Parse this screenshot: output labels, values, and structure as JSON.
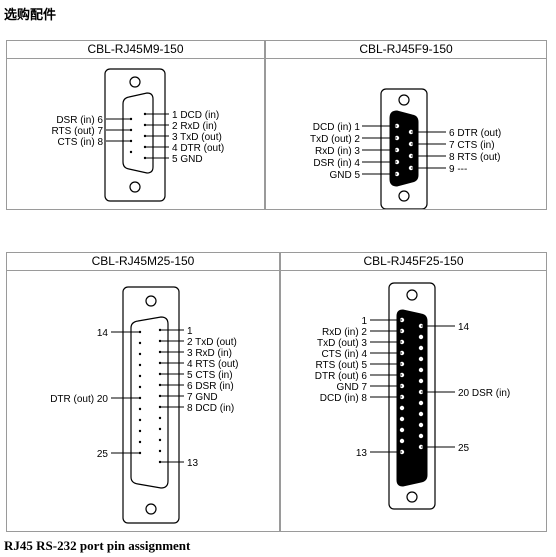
{
  "page": {
    "heading": "选购配件",
    "caption": "RJ45 RS-232 port pin assignment"
  },
  "connectors": [
    {
      "title": "CBL-RJ45M9-150",
      "left_labels": [
        "DSR (in) 6",
        "RTS (out) 7",
        "CTS (in) 8"
      ],
      "right_labels": [
        "1 DCD (in)",
        "2 RxD (in)",
        "3 TxD (out)",
        "4 DTR (out)",
        "5 GND"
      ]
    },
    {
      "title": "CBL-RJ45F9-150",
      "left_labels": [
        "DCD (in) 1",
        "TxD (out) 2",
        "RxD (in) 3",
        "DSR (in) 4",
        "GND 5"
      ],
      "right_labels": [
        "6 DTR (out)",
        "7 CTS (in)",
        "8 RTS (out)",
        "9 ---"
      ]
    },
    {
      "title": "CBL-RJ45M25-150",
      "left_labels": [
        "14",
        "DTR (out) 20",
        "25"
      ],
      "right_labels": [
        "1",
        "2 TxD (out)",
        "3 RxD (in)",
        "4 RTS (out)",
        "5 CTS (in)",
        "6 DSR (in)",
        "7 GND",
        "8 DCD (in)",
        "13"
      ]
    },
    {
      "title": "CBL-RJ45F25-150",
      "left_labels": [
        "1",
        "RxD (in) 2",
        "TxD (out) 3",
        "CTS (in) 4",
        "RTS (out) 5",
        "DTR (out) 6",
        "GND 7",
        "DCD (in) 8",
        "13"
      ],
      "right_labels": [
        "14",
        "20 DSR (in)",
        "25"
      ]
    }
  ]
}
